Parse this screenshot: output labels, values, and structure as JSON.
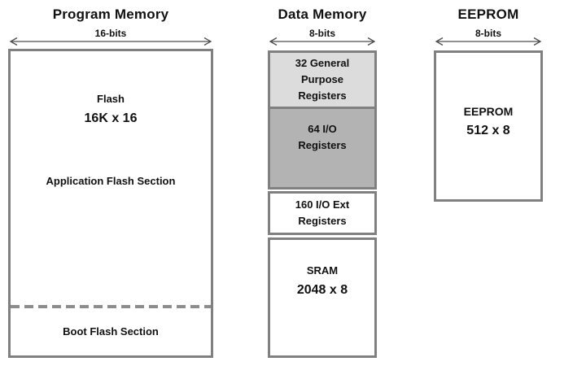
{
  "program_memory": {
    "title": "Program Memory",
    "bus_width": "16-bits",
    "flash_label": "Flash",
    "flash_size": "16K x 16",
    "application_section": "Application Flash Section",
    "boot_section": "Boot Flash Section"
  },
  "data_memory": {
    "title": "Data Memory",
    "bus_width": "8-bits",
    "blocks": [
      {
        "name": "general-purpose-registers",
        "lines": [
          "32 General",
          "Purpose",
          "Registers"
        ],
        "fill": "#dcdcdc"
      },
      {
        "name": "io-registers",
        "lines": [
          "64 I/O",
          "Registers"
        ],
        "fill": "#b3b3b3"
      },
      {
        "name": "io-ext-registers",
        "lines": [
          "160 I/O Ext",
          "Registers"
        ],
        "fill": "#ffffff"
      },
      {
        "name": "sram",
        "label": "SRAM",
        "size": "2048 x 8",
        "fill": "#ffffff"
      }
    ]
  },
  "eeprom": {
    "title": "EEPROM",
    "bus_width": "8-bits",
    "chip_label": "EEPROM",
    "chip_size": "512 x 8"
  },
  "colors": {
    "box_border": "#808080",
    "dashed_line": "#8c8c8c",
    "light_gray_fill": "#dcdcdc",
    "medium_gray_fill": "#b3b3b3",
    "arrow_stroke": "#4d4d4d",
    "text": "#111111",
    "background": "#ffffff"
  }
}
